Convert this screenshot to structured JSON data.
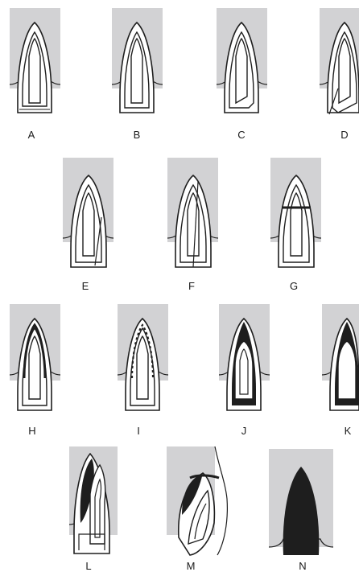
{
  "colors": {
    "bone": "#d2d2d4",
    "ink": "#1e1e1e",
    "paper": "#ffffff"
  },
  "labels": {
    "A": "A",
    "B": "B",
    "C": "C",
    "D": "D",
    "E": "E",
    "F": "F",
    "G": "G",
    "H": "H",
    "I": "I",
    "J": "J",
    "K": "K",
    "L": "L",
    "M": "M",
    "N": "N"
  }
}
